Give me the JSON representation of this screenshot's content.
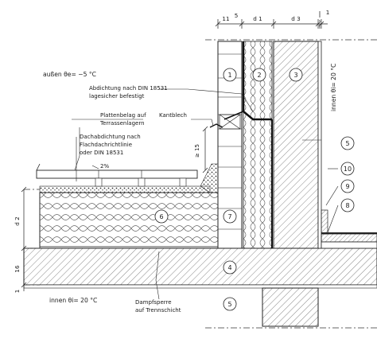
{
  "outside_label": "außen   θe=  −5 °C",
  "inside_label_bottom": "innen   θi=  20 °C",
  "inside_label_right": "innen   θi=  20 °C",
  "labels": {
    "abdichtung_line1": "Abdichtung nach DIN 18531",
    "abdichtung_line2": "lagesicher befestigt",
    "plattenbelag_line1": "Plattenbelag auf",
    "plattenbelag_line2": "Terrassenlagern",
    "kantblech": "Kantblech",
    "dachabdichtung_line1": "Dachabdichtung nach",
    "dachabdichtung_line2": "Flachdachrichtlinie",
    "dachabdichtung_line3": "oder DIN 18531",
    "slope": "2%",
    "dampfsperre_line1": "Dampfsperre",
    "dampfsperre_line2": "auf Trennschicht",
    "upstand": "≥ 15"
  },
  "dimensions": {
    "top_11": "11",
    "top_5": "5",
    "top_d1": "d 1",
    "top_d3": "d 3",
    "top_1": "1",
    "left_d2": "d 2",
    "left_16": "16",
    "left_1": "1"
  },
  "markers": [
    "1",
    "2",
    "3",
    "4",
    "5",
    "5",
    "6",
    "7",
    "8",
    "9",
    "10"
  ]
}
